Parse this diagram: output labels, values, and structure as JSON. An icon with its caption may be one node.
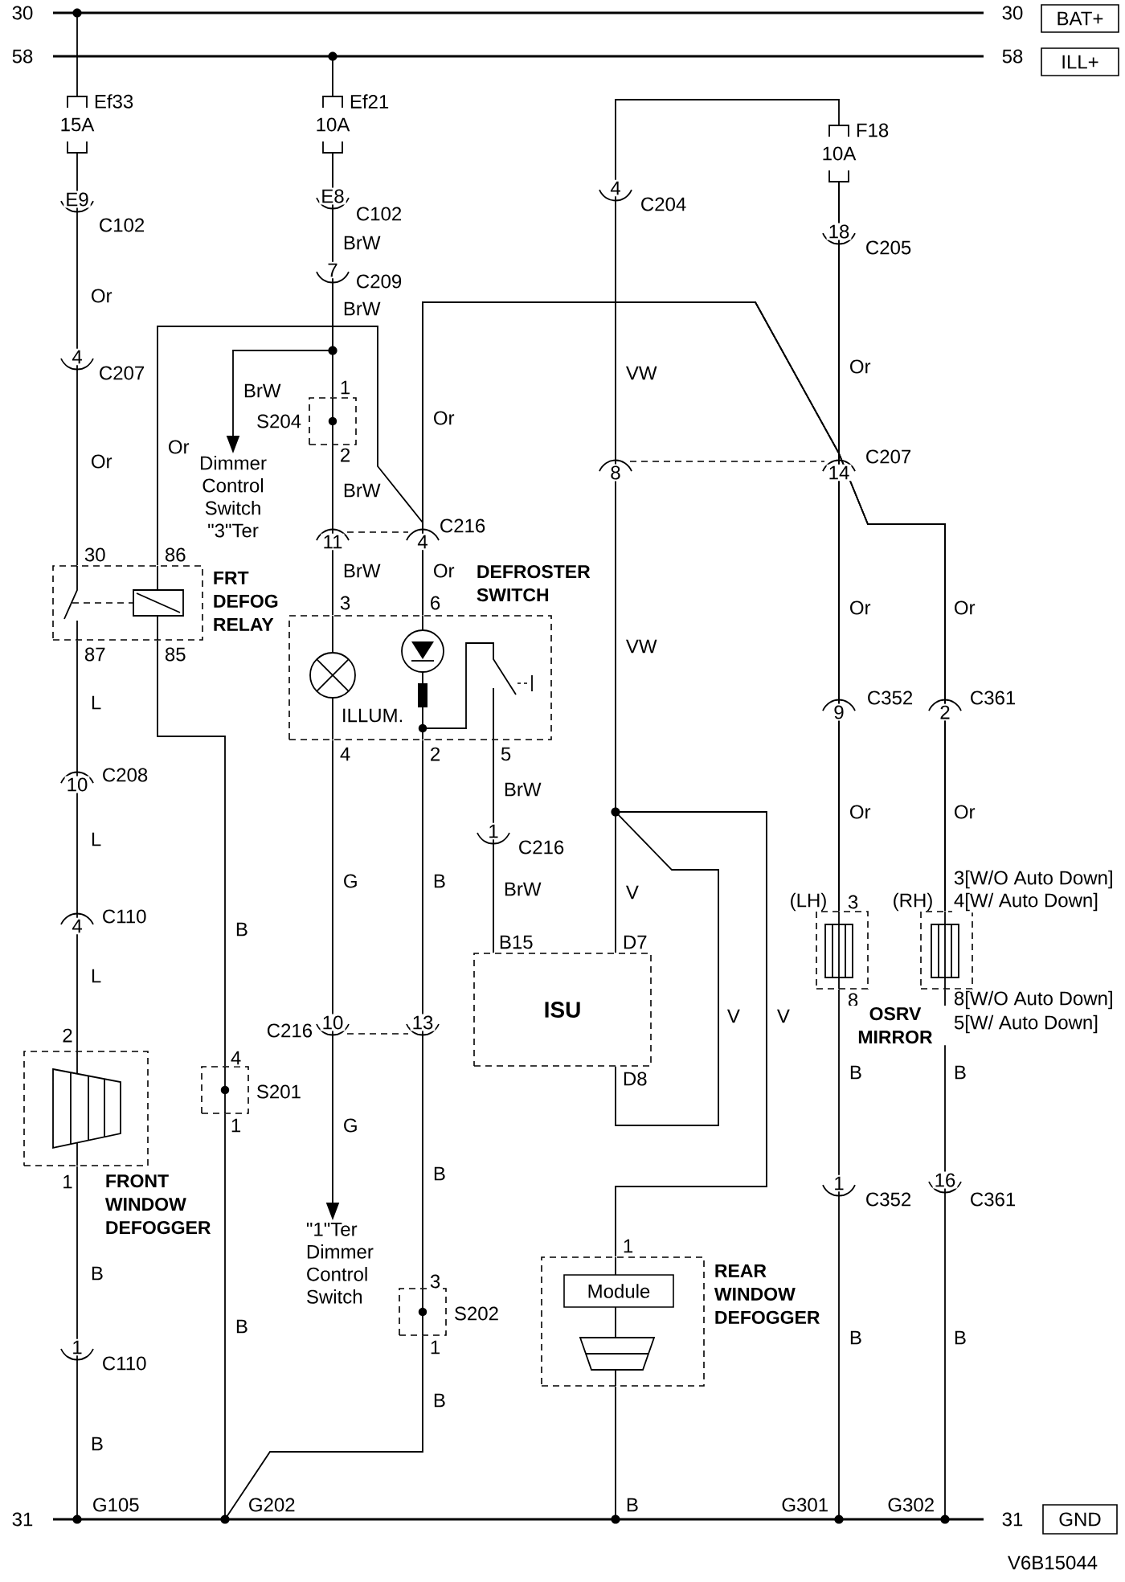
{
  "diagram": {
    "nodes": [
      {
        "text": [],
        "shape": "bar",
        "beside": [
          "30",
          "30"
        ]
      },
      {
        "text": [],
        "shape": "bar",
        "beside": [
          "58",
          "58"
        ]
      },
      {
        "text": [],
        "shape": "bar",
        "beside": [
          "31",
          "31"
        ]
      },
      {
        "text": [
          "BAT+"
        ]
      },
      {
        "text": [
          "ILL+"
        ]
      },
      {
        "text": [
          "GND"
        ]
      },
      {
        "text": [
          "Ef33",
          "15A"
        ]
      },
      {
        "text": [
          "Ef21",
          "10A"
        ]
      },
      {
        "text": [
          "F18",
          "10A"
        ]
      },
      {
        "text": [
          "FRT DEFOG RELAY"
        ]
      },
      {
        "text": [
          "S204"
        ]
      },
      {
        "text": [
          "Dimmer Control Switch \"3\"Ter"
        ]
      },
      {
        "text": [
          "DEFROSTER SWITCH",
          "ILLUM."
        ]
      },
      {
        "text": [
          "ISU"
        ]
      },
      {
        "text": [
          "(LH)"
        ]
      },
      {
        "text": [
          "(RH)"
        ]
      },
      {
        "text": [
          "FRONT WINDOW DEFOGGER"
        ]
      },
      {
        "text": [
          "S201"
        ]
      },
      {
        "text": [
          "\"1\"Ter Dimmer Control Switch"
        ]
      },
      {
        "text": [
          "S202"
        ]
      },
      {
        "text": [
          "REAR WINDOW DEFOGGER"
        ]
      },
      {
        "text": [
          "Module"
        ],
        "in": 20
      }
    ],
    "edges": [
      {
        "from": 0,
        "to": 6,
        "arrow": "none"
      },
      {
        "from": 1,
        "to": 7,
        "arrow": "none"
      },
      {
        "from": 6,
        "to": 9,
        "arrow": "none"
      },
      {
        "from": 9,
        "to": 16,
        "arrow": "none"
      },
      {
        "from": 16,
        "to": 2,
        "arrow": "none"
      },
      {
        "from": 7,
        "to": 10,
        "arrow": "none"
      },
      {
        "from": 7,
        "to": 11,
        "arrow": "to"
      },
      {
        "from": 10,
        "to": 12,
        "arrow": "none"
      },
      {
        "from": 12,
        "to": 18,
        "arrow": "to"
      },
      {
        "from": 9,
        "to": 12,
        "arrow": "none"
      },
      {
        "from": 12,
        "to": 19,
        "arrow": "none"
      },
      {
        "from": 19,
        "to": 2,
        "arrow": "none"
      },
      {
        "from": 9,
        "to": 17,
        "arrow": "none"
      },
      {
        "from": 17,
        "to": 2,
        "arrow": "none"
      },
      {
        "from": 12,
        "to": 13,
        "arrow": "none"
      },
      {
        "from": 8,
        "to": 14,
        "arrow": "none"
      },
      {
        "from": 8,
        "to": 15,
        "arrow": "none"
      },
      {
        "from": 12,
        "to": 14,
        "arrow": "none"
      },
      {
        "from": 12,
        "to": 15,
        "arrow": "none"
      },
      {
        "from": 8,
        "to": 13,
        "arrow": "none"
      },
      {
        "from": 13,
        "to": 20,
        "arrow": "none"
      },
      {
        "from": 20,
        "to": 2,
        "arrow": "none"
      },
      {
        "from": 14,
        "to": 2,
        "arrow": "none"
      },
      {
        "from": 15,
        "to": 2,
        "arrow": "none"
      }
    ],
    "labels": [
      "E9",
      "E8",
      "4",
      "C204",
      "C102",
      "C102",
      "BrW",
      "18",
      "C205",
      "7",
      "C209",
      "Or",
      "BrW",
      "4",
      "C207",
      "VW",
      "Or",
      "BrW",
      "1",
      "Or",
      "Or",
      "Or",
      "2",
      "C207",
      "8",
      "14",
      "BrW",
      "11",
      "4",
      "C216",
      "30",
      "86",
      "BrW",
      "Or",
      "3",
      "6",
      "Or",
      "Or",
      "87",
      "85",
      "VW",
      "L",
      "9",
      "C352",
      "2",
      "C361",
      "4",
      "2",
      "5",
      "10",
      "C208",
      "BrW",
      "Or",
      "Or",
      "L",
      "1",
      "C216",
      "G",
      "B",
      "BrW",
      "V",
      "3[W/O Auto Down]",
      "C110",
      "3",
      "4[W/ Auto Down]",
      "4",
      "B",
      "B15",
      "D7",
      "L",
      "V",
      "V",
      "8",
      "8[W/O Auto Down]",
      "2",
      "C216",
      "10",
      "13",
      "OSRV MIRROR",
      "5[W/ Auto Down]",
      "4",
      "D8",
      "B",
      "B",
      "1",
      "G",
      "1",
      "B",
      "1",
      "16",
      "C352",
      "C361",
      "1",
      "B",
      "3",
      "B",
      "B",
      "B",
      "1",
      "C110",
      "1",
      "B",
      "B",
      "G105",
      "G202",
      "B",
      "G301",
      "G302",
      "V6B15044"
    ]
  }
}
